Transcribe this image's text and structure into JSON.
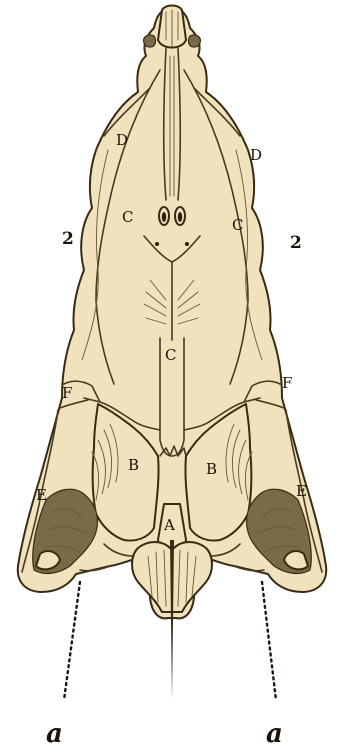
{
  "labels": {
    "left_D": "D",
    "right_D": "D",
    "left_C": "C",
    "right_C": "C",
    "center_C": "C",
    "left_2": "2",
    "right_2": "2",
    "left_F": "F",
    "right_F": "F",
    "left_B": "B",
    "right_B": "B",
    "left_E": "E",
    "right_E": "E",
    "center_A": "A",
    "left_a": "a",
    "right_a": "a"
  },
  "colors": {
    "bone": "#efe2bd",
    "outline": "#3a2a14",
    "condyle_shadow": "#7a6a48"
  }
}
